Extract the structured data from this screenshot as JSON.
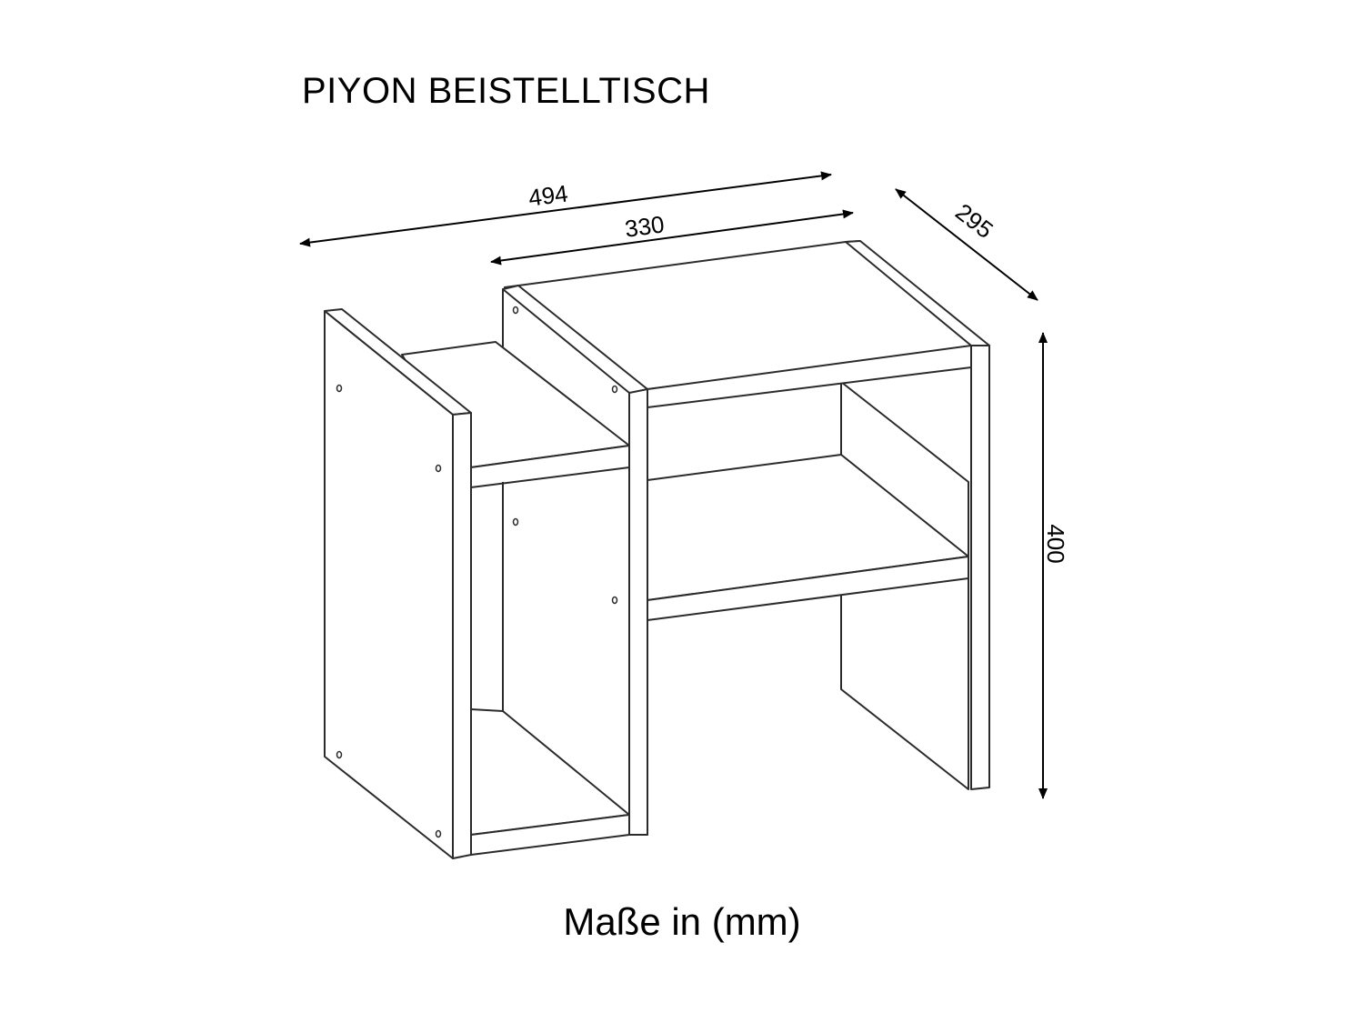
{
  "title": "PIYON BEISTELLTISCH",
  "caption": "Maße in (mm)",
  "dimensions": {
    "overall_width": "494",
    "top_width": "330",
    "depth": "295",
    "height": "400"
  },
  "colors": {
    "line": "#2b2b2b",
    "background": "#ffffff"
  }
}
